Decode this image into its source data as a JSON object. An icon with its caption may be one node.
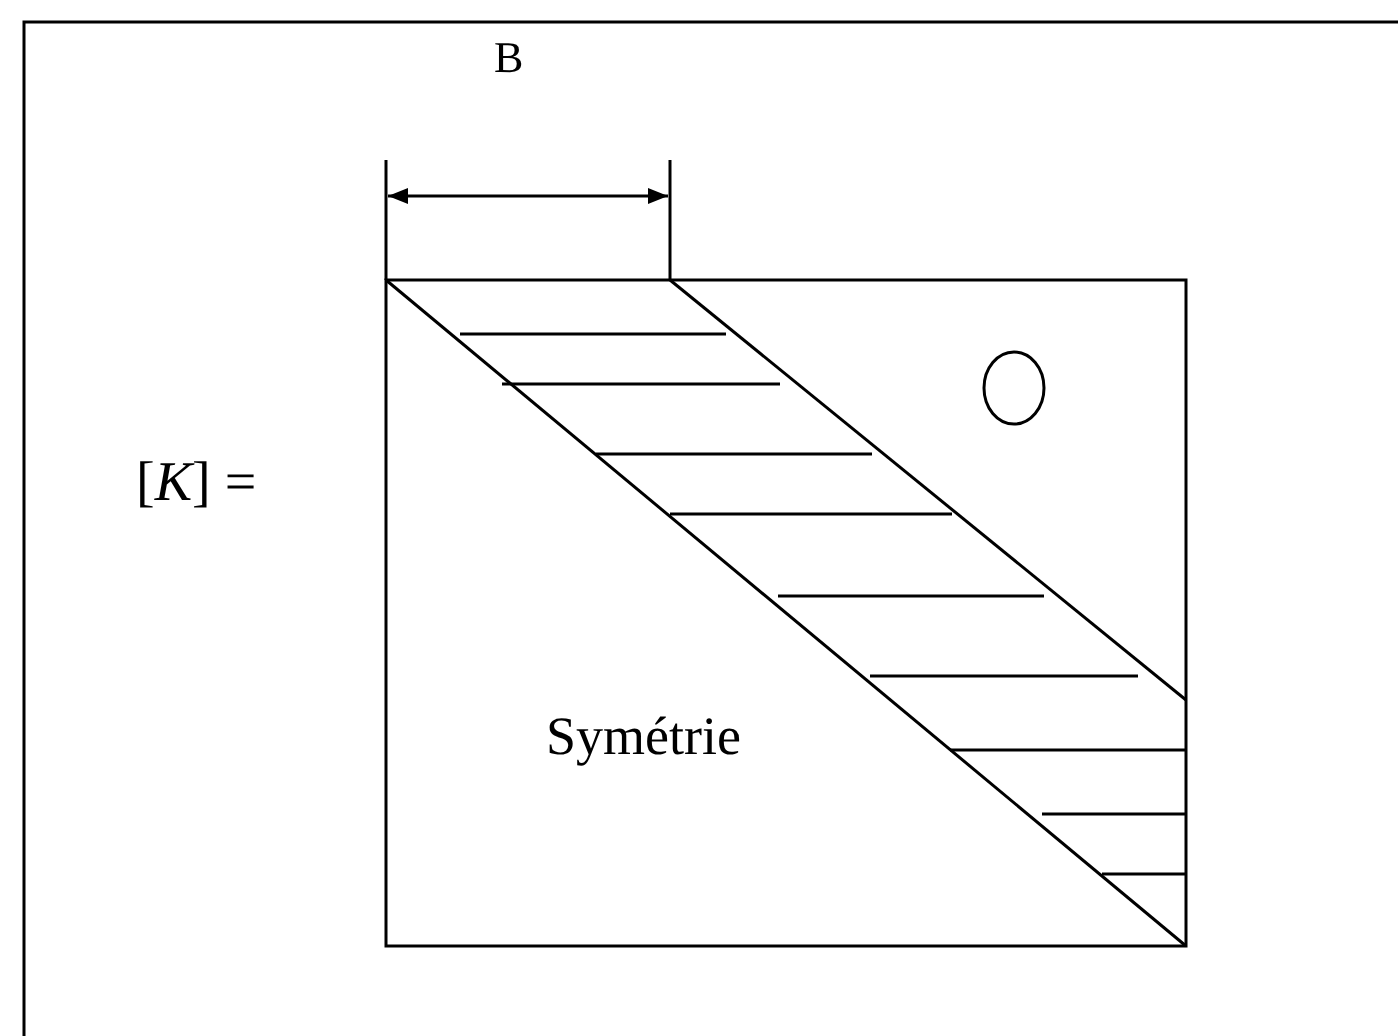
{
  "diagram": {
    "labels": [
      "B",
      "[*K*] =",
      "Symétrie"
    ]
  }
}
